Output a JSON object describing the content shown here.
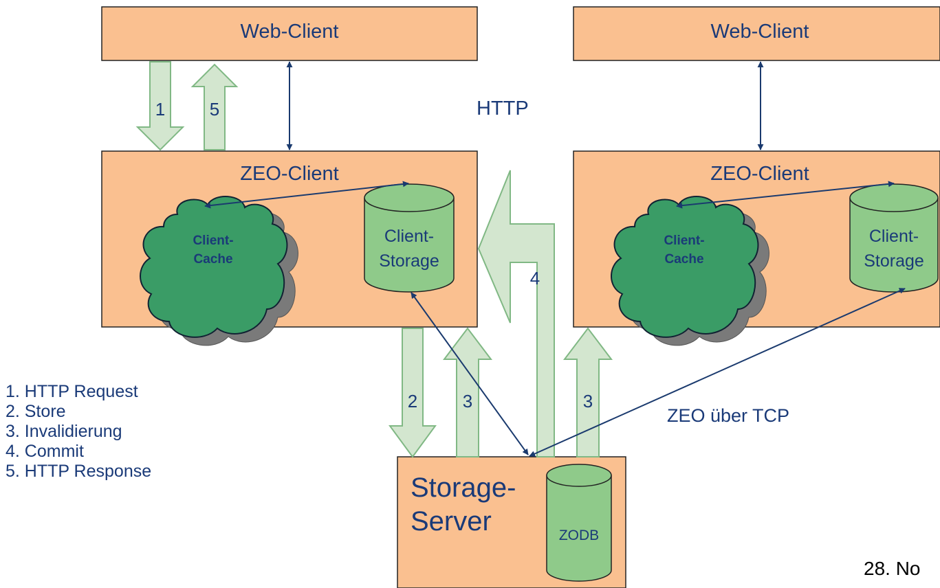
{
  "nodes": {
    "web_client_left": "Web-Client",
    "web_client_right": "Web-Client",
    "zeo_client_left": "ZEO-Client",
    "zeo_client_right": "ZEO-Client",
    "client_cache_left": [
      "Client-",
      "Cache"
    ],
    "client_cache_right": [
      "Client-",
      "Cache"
    ],
    "client_storage_left": [
      "Client-",
      "Storage"
    ],
    "client_storage_right": [
      "Client-",
      "Storage"
    ],
    "storage_server": [
      "Storage-",
      "Server"
    ],
    "zodb": "ZODB"
  },
  "labels": {
    "http": "HTTP",
    "zeo_tcp": "ZEO über TCP"
  },
  "arrows": {
    "request": "1",
    "store": "2",
    "invalidation": "3",
    "commit": "4",
    "response": "5"
  },
  "legend": [
    "1. HTTP Request",
    "2. Store",
    "3. Invalidierung",
    "4. Commit",
    "5. HTTP Response"
  ],
  "footer": "28. No",
  "colors": {
    "box_fill": "#fac090",
    "cylinder_fill": "#8fca8a",
    "cloud_fill": "#3a9c66",
    "arrow_fill": "#d3e6cf",
    "arrow_stroke": "#80b884",
    "line_color": "#1a3a6e",
    "text_color": "#1a3a78"
  }
}
